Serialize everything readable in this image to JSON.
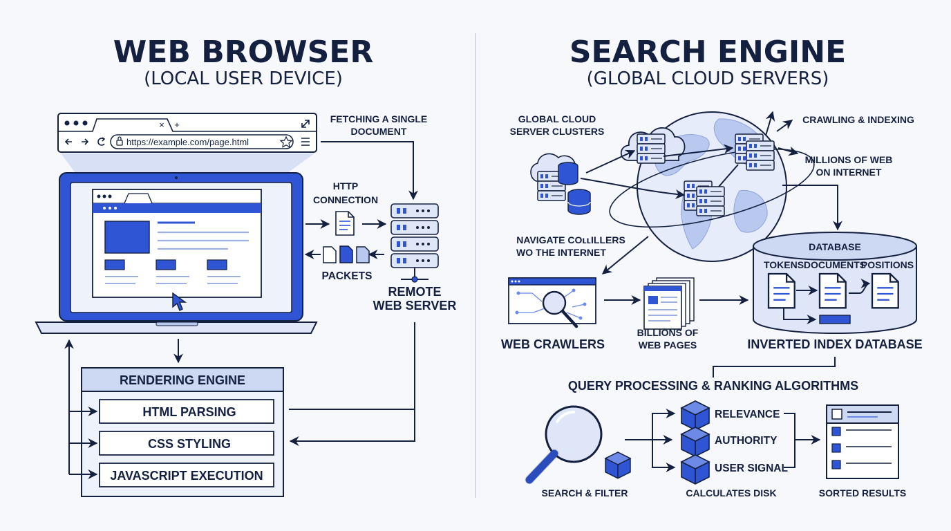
{
  "left": {
    "title": "WEB BROWSER",
    "subtitle": "(LOCAL USER DEVICE)",
    "browser": {
      "tab_close": "×",
      "tab_add": "+",
      "url": "https://example.com/page.html"
    },
    "labels": {
      "fetching_line1": "FETCHING A SINGLE",
      "fetching_line2": "DOCUMENT",
      "http_line1": "HTTP",
      "http_line2": "CONNECTION",
      "packets": "PACKETS",
      "server_line1": "REMOTE",
      "server_line2": "WEB SERVER"
    },
    "rendering_engine": {
      "title": "RENDERING ENGINE",
      "steps": [
        "HTML PARSING",
        "CSS STYLING",
        "JAVASCRIPT EXECUTION"
      ]
    }
  },
  "right": {
    "title": "SEARCH ENGINE",
    "subtitle": "(GLOBAL CLOUD SERVERS)",
    "labels": {
      "clusters_line1": "GLOBAL CLOUD",
      "clusters_line2": "SERVER CLUSTERS",
      "crawling": "CRAWLING & INDEXING",
      "millions_line1": "MILLIONS OF WEB",
      "millions_line2": "ON INTERNET",
      "navigate_line1": "NAVIGATE CO⁠ʟʟILLERS",
      "navigate_line2": "WO THE INTERNET",
      "web_crawlers": "WEB CRAWLERS",
      "billions_line1": "BILLIONS OF",
      "billions_line2": "WEB PAGES",
      "database": "DATABASE",
      "tokens": "TOKENS",
      "documents": "DOCUMENTS",
      "positions": "POSITIONS",
      "inverted_index": "INVERTED INDEX DATABASE",
      "query_processing": "QUERY PROCESSING & RANKING ALGORITHMS",
      "relevance": "RELEVANCE",
      "authority": "AUTHORITY",
      "user_signal": "USER SIGNAL",
      "search_filter": "SEARCH & FILTER",
      "calculates": "CALCULATES DISK",
      "sorted": "SORTED RESULTS"
    }
  },
  "colors": {
    "navy": "#13203f",
    "blue": "#2f55d4",
    "light": "#dfe6f7",
    "pale": "#eef2fb",
    "mid": "#b9c8ee"
  }
}
